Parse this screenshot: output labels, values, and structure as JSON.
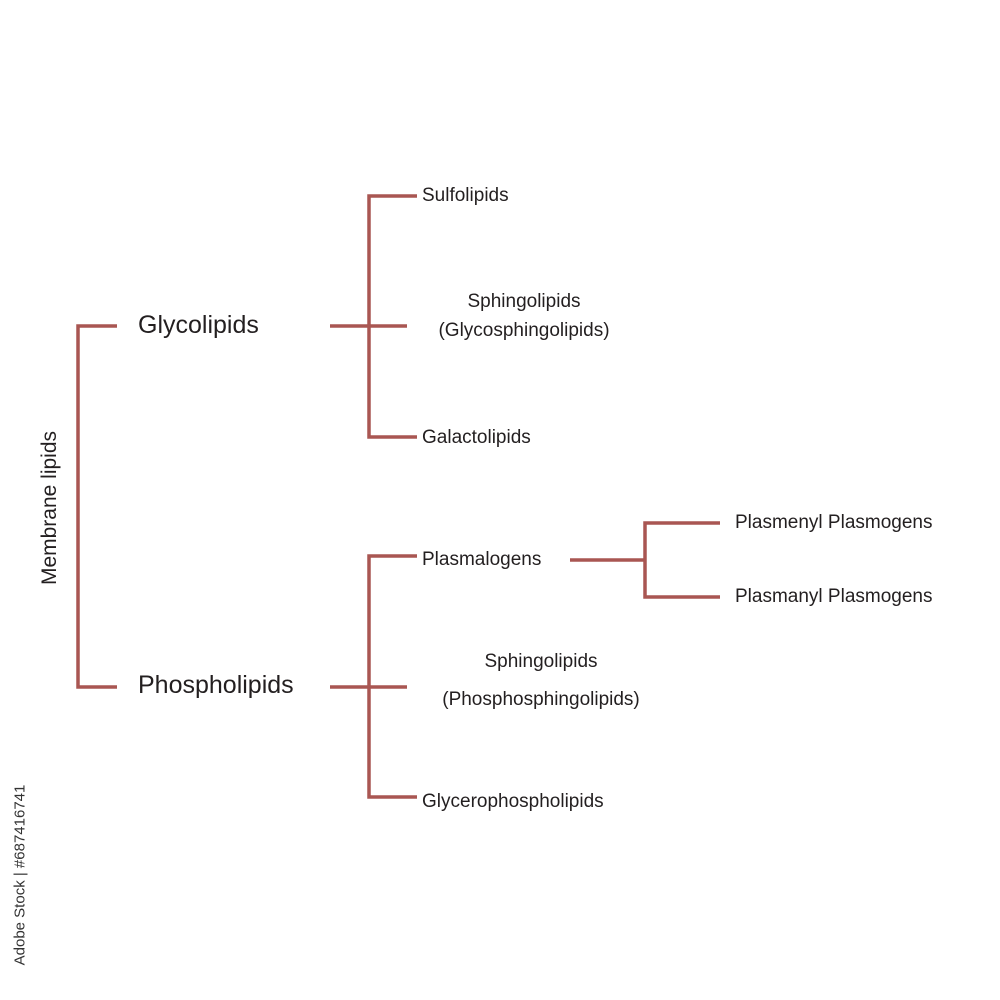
{
  "diagram": {
    "line_color": "#a95652",
    "text_color": "#231f20",
    "root": "Membrane lipids",
    "glycolipids": {
      "label": "Glycolipids",
      "children": [
        {
          "label": "Sulfolipids"
        },
        {
          "label": "Sphingolipids",
          "sublabel": "(Glycosphingolipids)"
        },
        {
          "label": "Galactolipids"
        }
      ]
    },
    "phospholipids": {
      "label": "Phospholipids",
      "children": [
        {
          "label": "Plasmalogens",
          "children": [
            {
              "label": "Plasmenyl Plasmogens"
            },
            {
              "label": "Plasmanyl Plasmogens"
            }
          ]
        },
        {
          "label": "Sphingolipids",
          "sublabel": "(Phosphosphingolipids)"
        },
        {
          "label": "Glycerophospholipids"
        }
      ]
    }
  },
  "watermark": "Adobe Stock | #687416741"
}
